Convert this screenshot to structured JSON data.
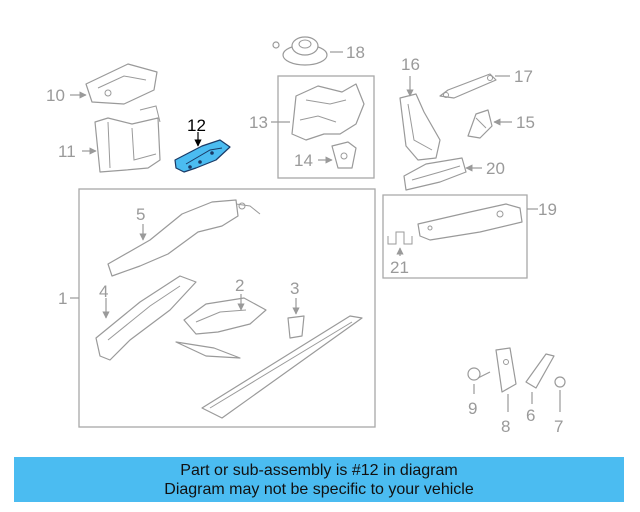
{
  "diagram": {
    "highlight_color": "#4bbcf1",
    "callouts": {
      "n1": "1",
      "n2": "2",
      "n3": "3",
      "n4": "4",
      "n5": "5",
      "n6": "6",
      "n7": "7",
      "n8": "8",
      "n9": "9",
      "n10": "10",
      "n11": "11",
      "n12": "12",
      "n13": "13",
      "n14": "14",
      "n15": "15",
      "n16": "16",
      "n17": "17",
      "n18": "18",
      "n19": "19",
      "n20": "20",
      "n21": "21"
    }
  },
  "caption": {
    "line1": "Part or sub-assembly is #12 in diagram",
    "line2": "Diagram may not be specific to your vehicle"
  }
}
